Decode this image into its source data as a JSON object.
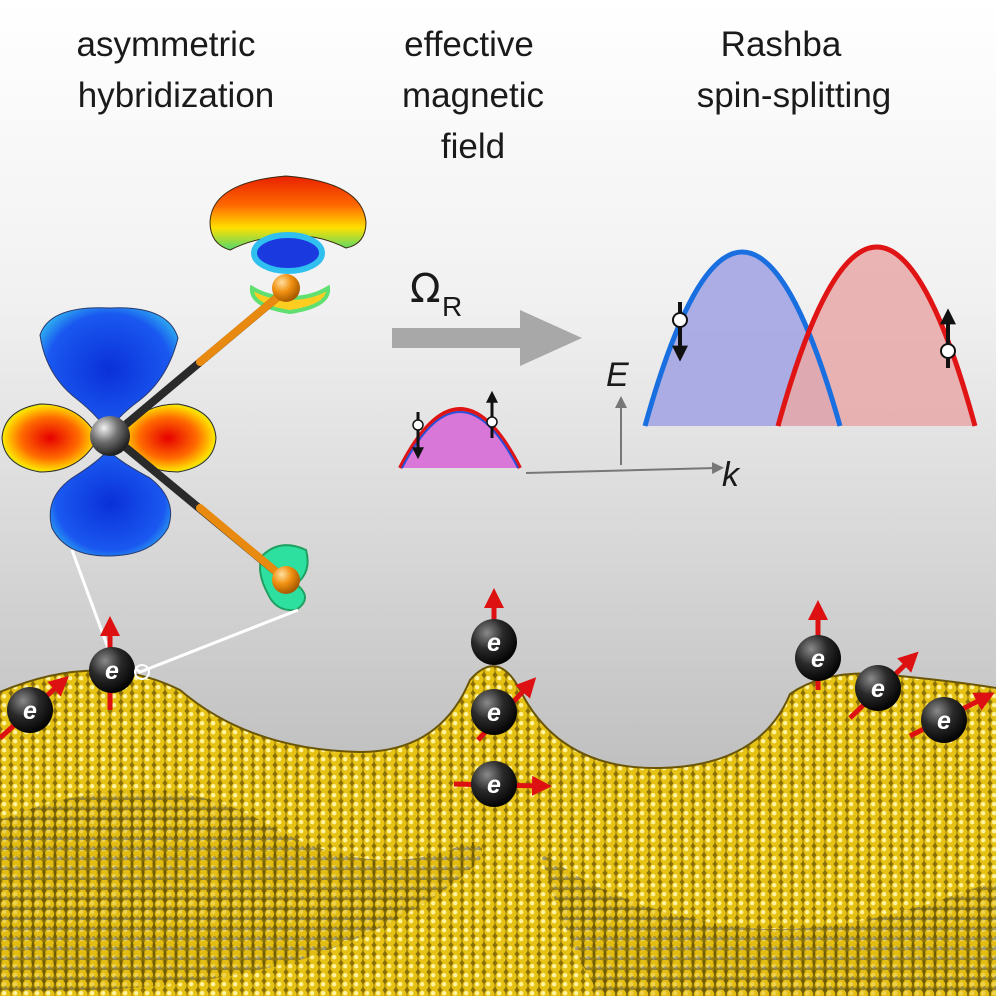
{
  "titles": {
    "left_line1": "asymmetric",
    "left_line2": "hybridization",
    "mid_line1": "effective",
    "mid_line2": "magnetic",
    "mid_line3": "field",
    "right_line1": "Rashba",
    "right_line2": "spin-splitting"
  },
  "field": {
    "symbol": "Ω",
    "subscript": "R"
  },
  "axes": {
    "energy": "E",
    "momentum": "k"
  },
  "electron": {
    "label": "e"
  },
  "colors": {
    "spin_down_band": "#1a6fe0",
    "spin_up_band": "#e01414",
    "down_fill": "#a7a9e3",
    "up_fill": "#e7a8a8",
    "degenerate_fill": "#d977d9",
    "spin_arrow": "#dd1111",
    "surface_atom": "#f2d21a"
  }
}
